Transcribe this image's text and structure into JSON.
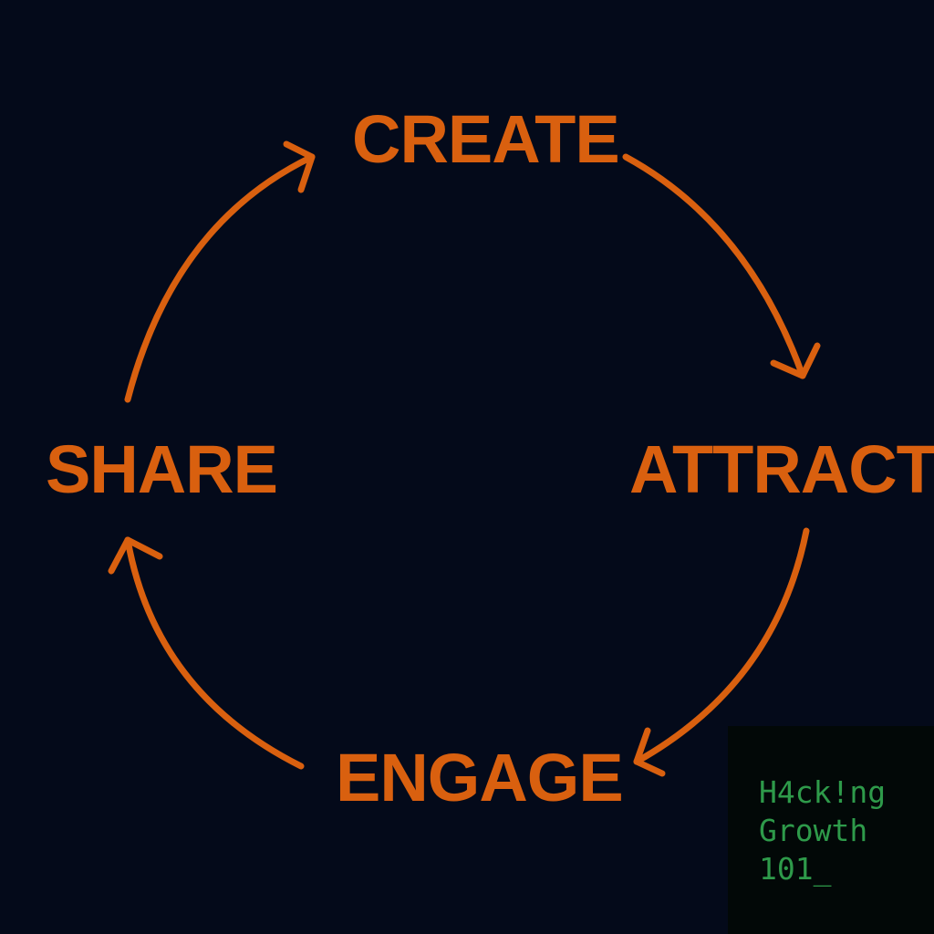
{
  "colors": {
    "background": "#040a1a",
    "accent": "#d9600f",
    "brand_box": "#020807",
    "brand_text": "#2e9a4a"
  },
  "diagram": {
    "stages": [
      {
        "label": "CREATE"
      },
      {
        "label": "ATTRACT"
      },
      {
        "label": "ENGAGE"
      },
      {
        "label": "SHARE"
      }
    ],
    "arrows": [
      {
        "from": "CREATE",
        "to": "ATTRACT"
      },
      {
        "from": "ATTRACT",
        "to": "ENGAGE"
      },
      {
        "from": "ENGAGE",
        "to": "SHARE"
      },
      {
        "from": "SHARE",
        "to": "CREATE"
      }
    ]
  },
  "brand": {
    "lines": [
      "H4ck!ng",
      "Growth",
      "101_"
    ]
  }
}
